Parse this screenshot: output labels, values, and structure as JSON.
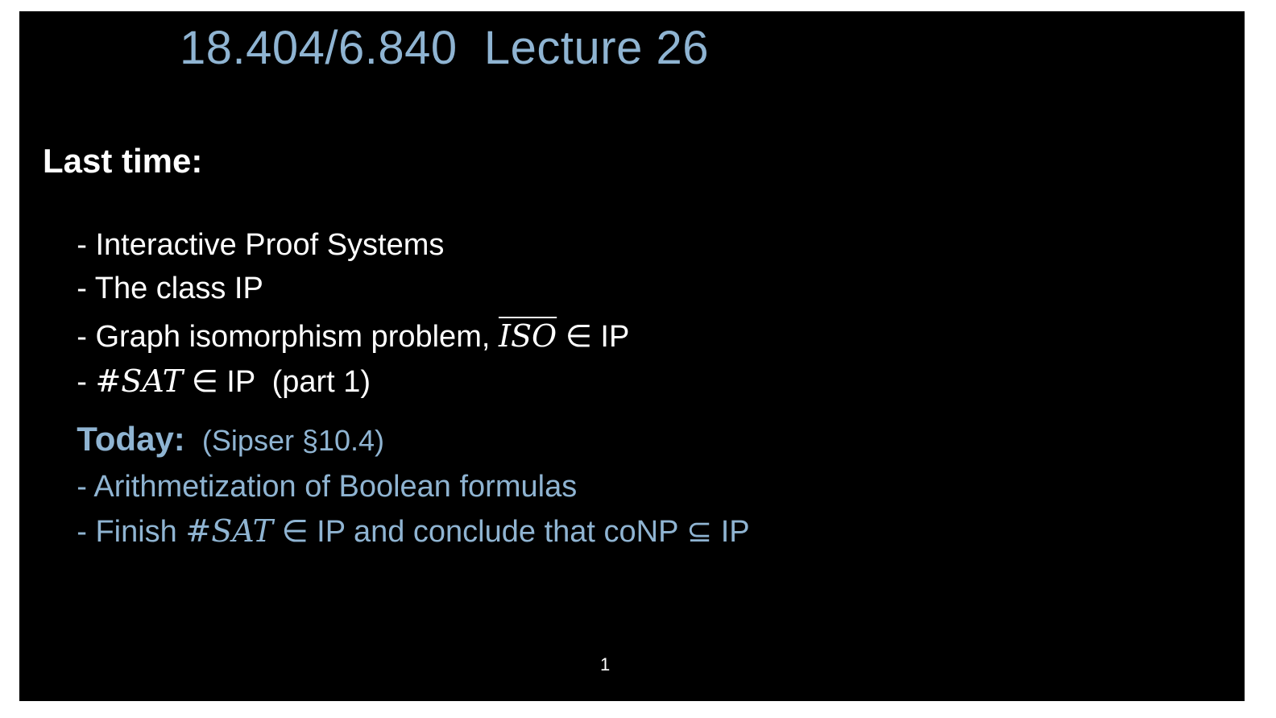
{
  "slide": {
    "title": "18.404/6.840  Lecture 26",
    "last_time": {
      "heading": "Last time:",
      "items": [
        {
          "prefix": "- Interactive Proof Systems"
        },
        {
          "prefix": "- The class IP"
        },
        {
          "prefix": "- Graph isomorphism problem, ",
          "math": "ISO",
          "suffix": " ∈ IP"
        },
        {
          "prefix": "- ",
          "math": "#SAT",
          "suffix": " ∈ IP  (part 1)"
        }
      ]
    },
    "today": {
      "heading": "Today:",
      "reference": "(Sipser §10.4)",
      "items": [
        {
          "prefix": "- Arithmetization of Boolean formulas"
        },
        {
          "prefix": "- Finish ",
          "math": "#SAT",
          "suffix": " ∈ IP and conclude that coNP ⊆ IP"
        }
      ]
    },
    "page_number": "1",
    "colors": {
      "background": "#000000",
      "accent": "#8fb4d2",
      "text": "#ffffff"
    }
  }
}
